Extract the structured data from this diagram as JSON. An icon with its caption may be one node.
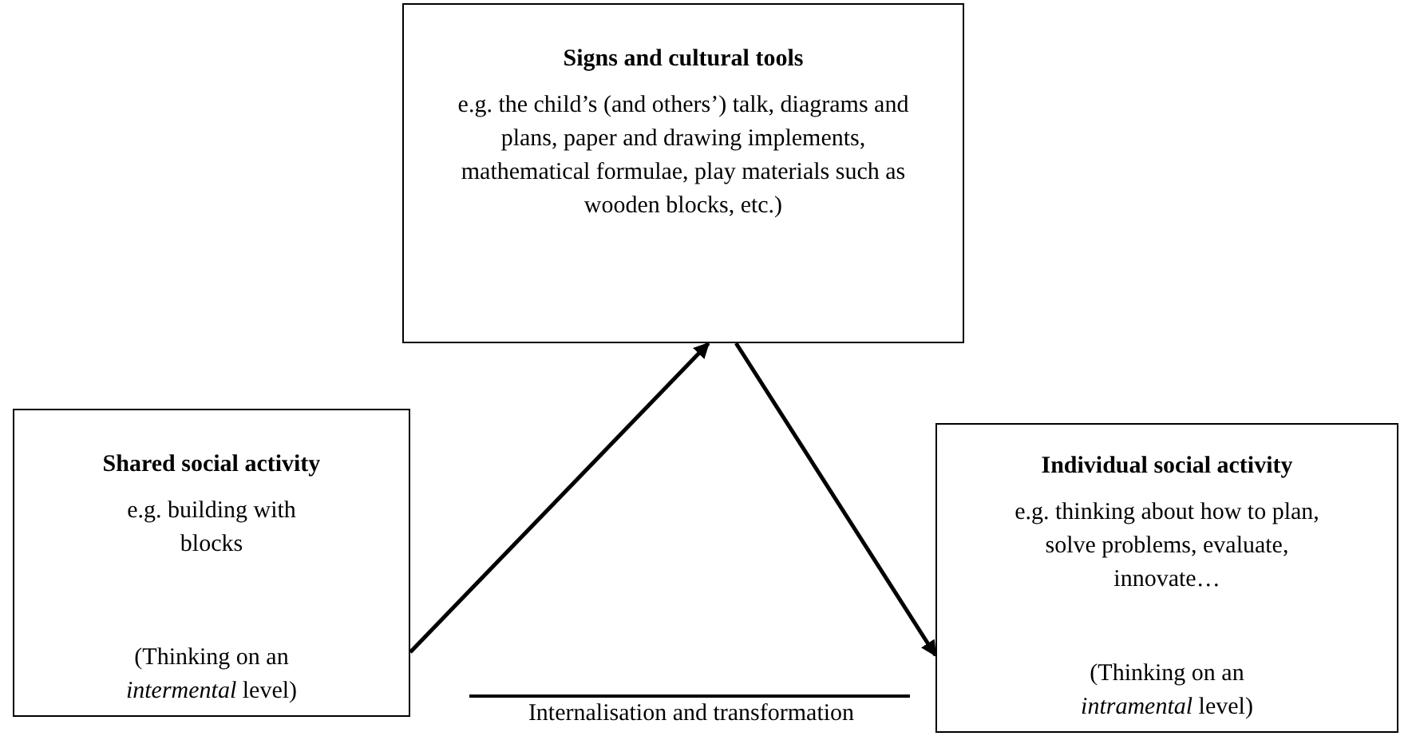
{
  "diagram": {
    "nodes": [
      {
        "text": [
          "Signs and cultural tools",
          "e.g. the child’s (and others’) talk, diagrams and plans, paper and drawing implements, mathematical formulae, play materials such as wooden blocks, etc.)"
        ]
      },
      {
        "text": [
          "Shared social activity",
          "e.g. building with blocks",
          "(Thinking on an *intermental* level)"
        ]
      },
      {
        "text": [
          "Individual social activity",
          "e.g. thinking about how to plan, solve problems, evaluate, innovate…",
          "(Thinking on an *intramental* level)"
        ]
      }
    ],
    "edges": [
      {
        "from": 1,
        "to": 0,
        "arrow": "to"
      },
      {
        "from": 0,
        "to": 2,
        "arrow": "to"
      }
    ],
    "labels": [
      "Internalisation and transformation"
    ]
  }
}
